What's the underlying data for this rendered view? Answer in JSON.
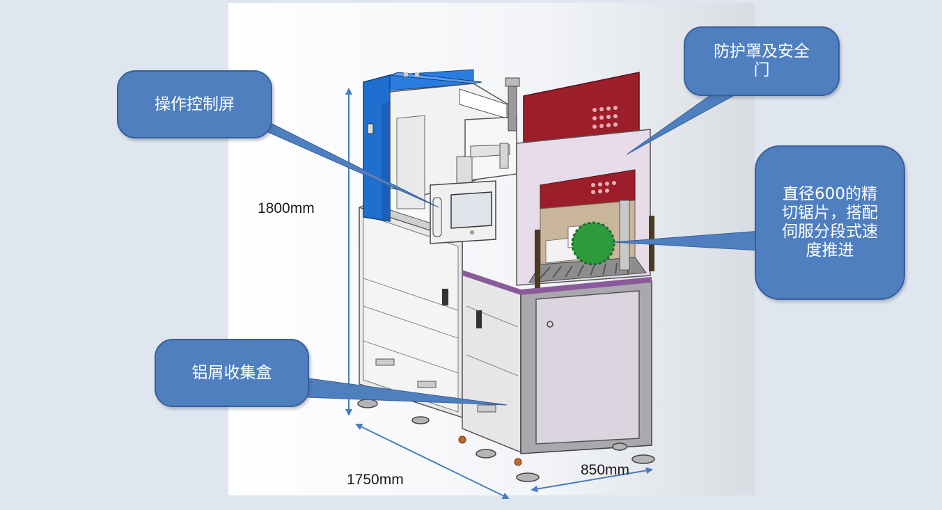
{
  "callouts": {
    "control_screen": "操作控制屏",
    "guard_door": "防护罩及安全\n门",
    "saw_blade": "直径600的精\n切锯片，搭配\n伺服分段式速\n度推进",
    "chip_box": "铝屑收集盒"
  },
  "dimensions": {
    "height": "1800mm",
    "length": "1750mm",
    "width": "850mm"
  },
  "colors": {
    "callout_fill": "#4f7fbf",
    "frame_blue": "#1f6fd1",
    "guard_red": "#9b1e2a",
    "panel_lavender": "#e6dcea",
    "saw_green": "#2e9a3e",
    "dimension_arrow": "#4a7cc0"
  }
}
